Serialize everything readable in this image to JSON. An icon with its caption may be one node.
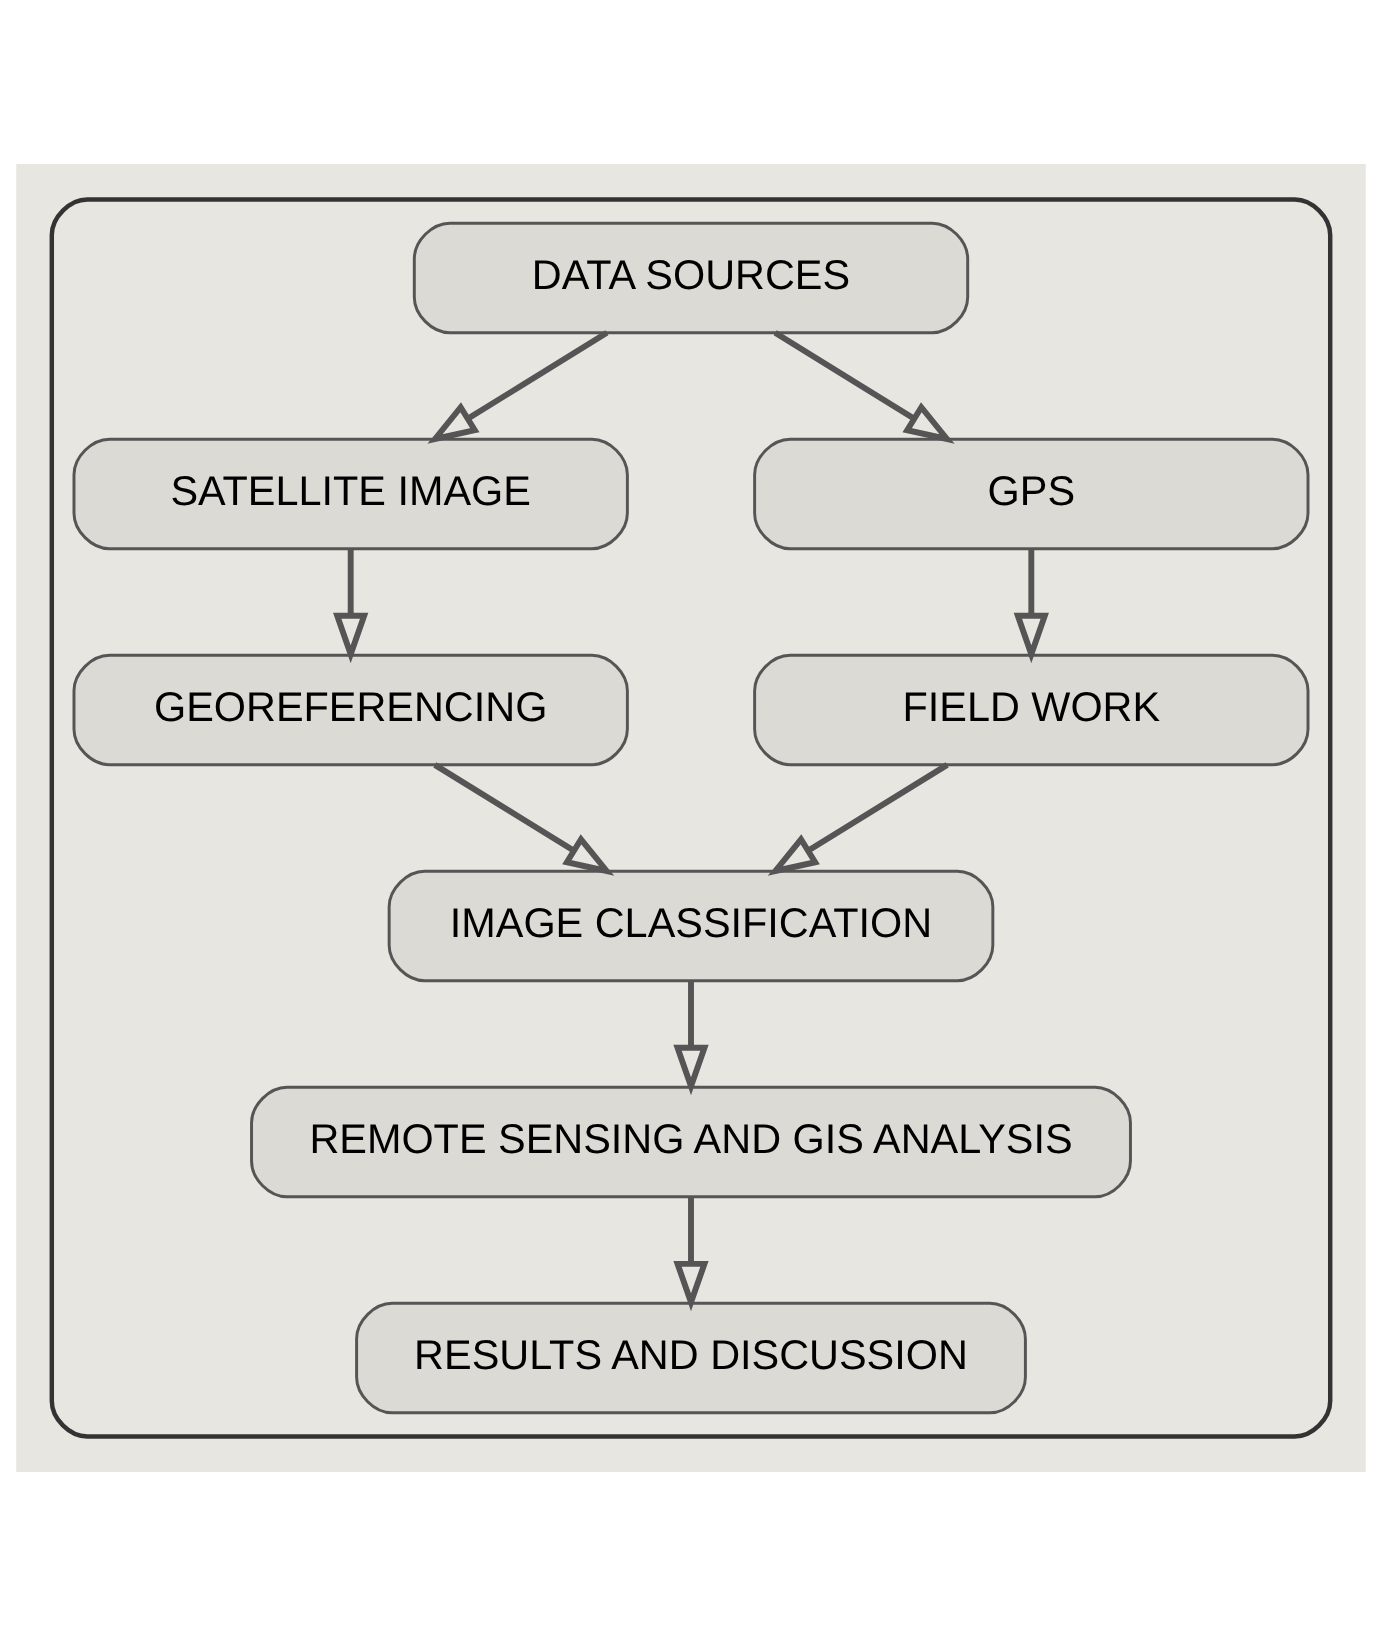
{
  "diagram": {
    "nodes": [
      {
        "text": [],
        "shape": "box"
      },
      {
        "text": [
          "DATA SOURCES"
        ],
        "in": 0
      },
      {
        "text": [
          "SATELLITE IMAGE"
        ],
        "in": 0
      },
      {
        "text": [
          "GPS"
        ],
        "in": 0
      },
      {
        "text": [
          "GEOREFERENCING"
        ],
        "in": 0
      },
      {
        "text": [
          "FIELD WORK"
        ],
        "in": 0
      },
      {
        "text": [
          "IMAGE CLASSIFICATION"
        ],
        "in": 0
      },
      {
        "text": [
          "REMOTE SENSING AND GIS ANALYSIS"
        ],
        "in": 0
      },
      {
        "text": [
          "RESULTS AND DISCUSSION"
        ],
        "in": 0
      }
    ],
    "edges": [
      {
        "from": 1,
        "to": 2,
        "arrow": "to"
      },
      {
        "from": 1,
        "to": 3,
        "arrow": "to"
      },
      {
        "from": 2,
        "to": 4,
        "arrow": "to"
      },
      {
        "from": 3,
        "to": 5,
        "arrow": "to"
      },
      {
        "from": 4,
        "to": 6,
        "arrow": "to"
      },
      {
        "from": 5,
        "to": 6,
        "arrow": "to"
      },
      {
        "from": 6,
        "to": 7,
        "arrow": "to"
      },
      {
        "from": 7,
        "to": 8,
        "arrow": "to"
      }
    ]
  }
}
